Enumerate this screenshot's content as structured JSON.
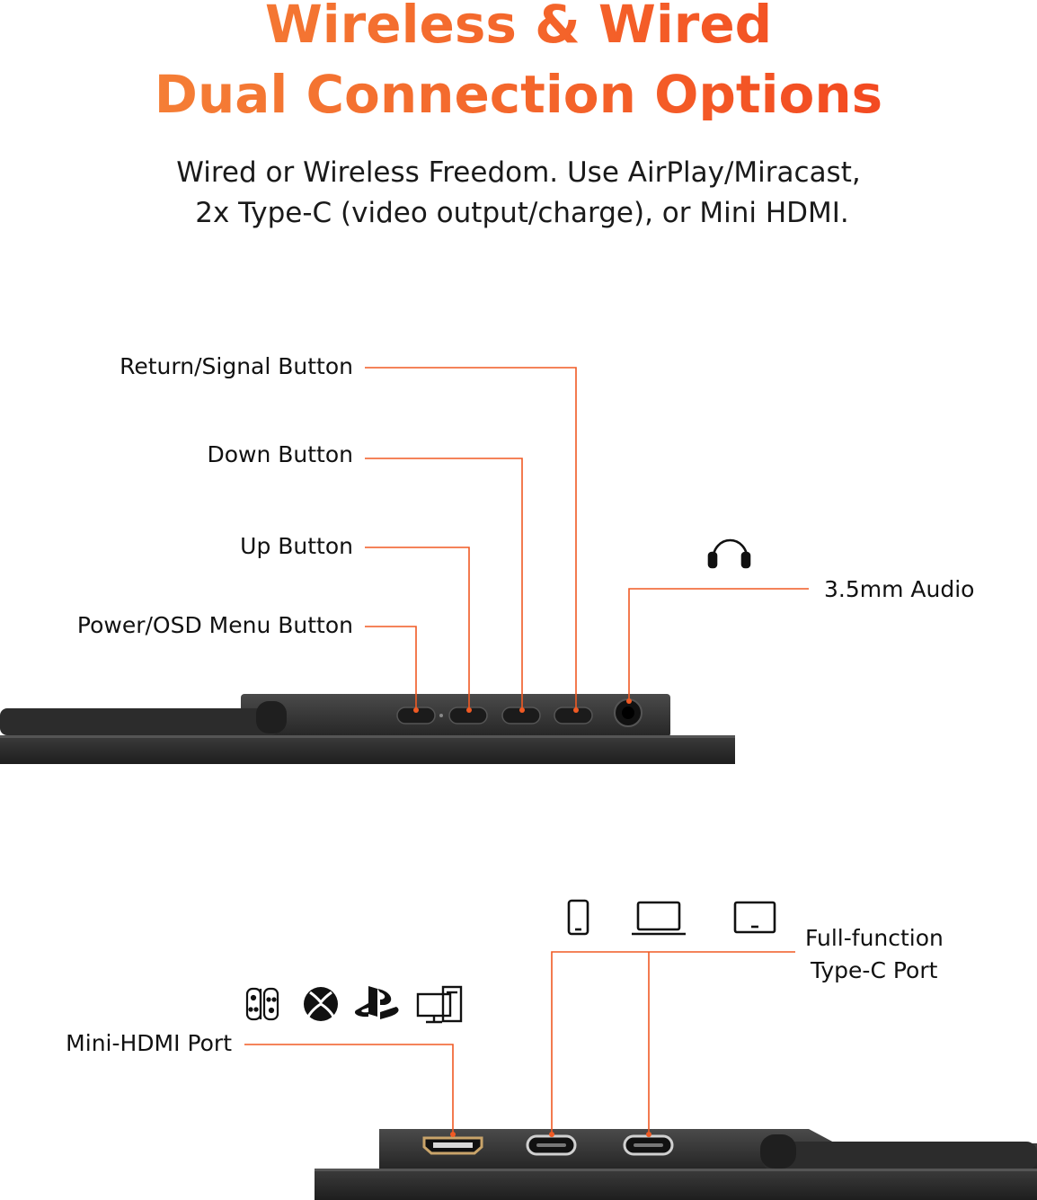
{
  "heading": {
    "line1": "Wireless & Wired",
    "line2": "Dual Connection Options"
  },
  "subheading": {
    "line1": "Wired or Wireless Freedom. Use AirPlay/Miracast,",
    "line2": "2x Type-C (video output/charge), or Mini HDMI."
  },
  "top_callouts": {
    "return_signal": "Return/Signal Button",
    "down": "Down Button",
    "up": "Up Button",
    "power_osd": "Power/OSD Menu Button",
    "audio": "3.5mm Audio"
  },
  "bottom_callouts": {
    "mini_hdmi": "Mini-HDMI Port",
    "type_c_line1": "Full-function",
    "type_c_line2": "Type-C Port"
  },
  "icons": {
    "audio": "headphones-icon",
    "hdmi_devices": [
      "switch-console-icon",
      "xbox-icon",
      "playstation-icon",
      "desktop-pc-icon"
    ],
    "typec_devices": [
      "phone-icon",
      "laptop-icon",
      "tablet-icon"
    ]
  },
  "colors": {
    "accent": "#f05a24",
    "title_start": "#f5883a",
    "title_end": "#f23d1c",
    "device_body": "#3a3a3a",
    "text": "#111111"
  }
}
